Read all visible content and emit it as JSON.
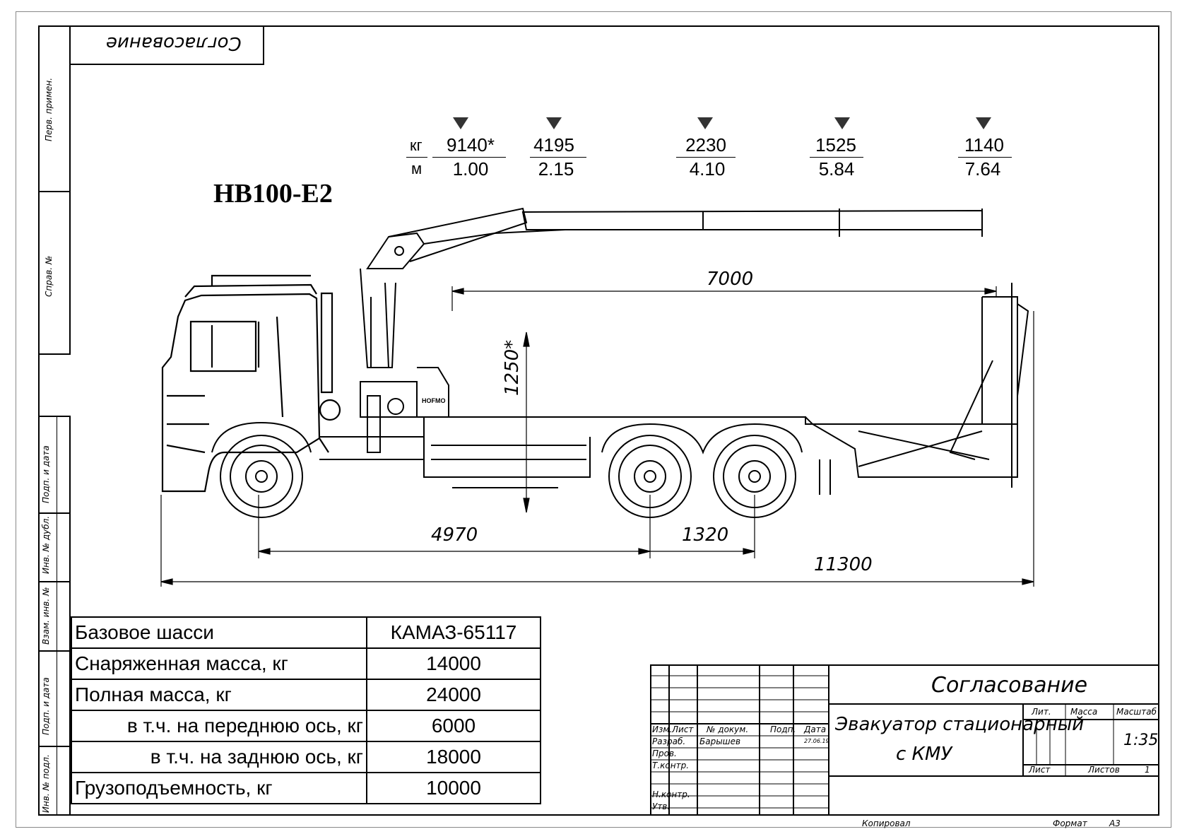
{
  "stamp": {
    "text": "Согласование"
  },
  "model": "НВ100-Е2",
  "sidebar": {
    "labels": [
      "Перв. примен.",
      "Справ. №",
      "Подп. и дата",
      "Инв. № дубл.",
      "Взам. инв. №",
      "Подп. и дата",
      "Инв. № подл."
    ]
  },
  "load_chart": {
    "unit_kg": "кг",
    "unit_m": "м",
    "points": [
      {
        "kg": "9140*",
        "m": "1.00"
      },
      {
        "kg": "4195",
        "m": "2.15"
      },
      {
        "kg": "2230",
        "m": "4.10"
      },
      {
        "kg": "1525",
        "m": "5.84"
      },
      {
        "kg": "1140",
        "m": "7.64"
      }
    ]
  },
  "dimensions": {
    "platform_length": "7000",
    "height": "1250*",
    "wheelbase": "4970",
    "rear_axles": "1320",
    "overall_length": "11300"
  },
  "crane_label": "HOFMO",
  "specs": [
    {
      "label": "Базовое шасси",
      "value": "КАМАЗ-65117",
      "indent": false
    },
    {
      "label": "Снаряженная масса, кг",
      "value": "14000",
      "indent": false
    },
    {
      "label": "Полная масса, кг",
      "value": "24000",
      "indent": false
    },
    {
      "label": "в т.ч. на переднюю ось, кг",
      "value": "6000",
      "indent": true
    },
    {
      "label": "в т.ч. на заднюю ось, кг",
      "value": "18000",
      "indent": true
    },
    {
      "label": "Грузоподъемность, кг",
      "value": "10000",
      "indent": false
    }
  ],
  "title_block": {
    "header": "Согласование",
    "title_line1": "Эвакуатор стационарный",
    "title_line2": "с КМУ",
    "col_izm": "Изм.",
    "col_list": "Лист",
    "col_doc": "№ докум.",
    "col_podp": "Подп.",
    "col_data": "Дата",
    "row_razrab": "Разраб.",
    "row_prov": "Пров.",
    "row_tkontr": "Т.контр.",
    "row_nkontr": "Н.контр.",
    "row_utv": "Утв.",
    "developer": "Барышев",
    "date": "27.06.19",
    "lit": "Лит.",
    "massa": "Масса",
    "masshtab": "Масштаб",
    "scale": "1:35",
    "sheet": "Лист",
    "sheets": "Листов",
    "sheets_count": "1",
    "copied": "Копировал",
    "format_label": "Формат",
    "format_value": "А3"
  }
}
